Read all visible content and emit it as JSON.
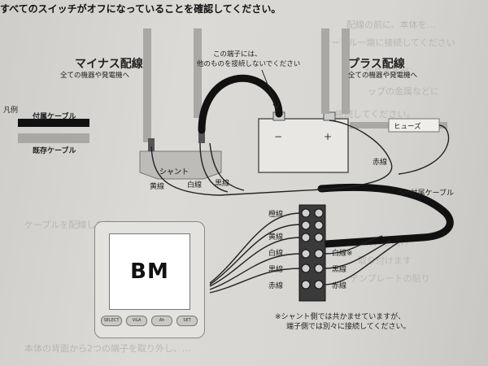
{
  "header": {
    "top_text": "すべてのスイッチがオフになっていることを確認してください。"
  },
  "labels": {
    "minus_title": "マイナス配線",
    "minus_sub": "全ての機器や発電機へ",
    "plus_title": "プラス配線",
    "plus_sub": "全ての機器や発電機へ",
    "terminal_note_1": "この端子には、",
    "terminal_note_2": "他のものを接続しないでください",
    "legend_title": "凡例",
    "legend_supplied": "付属ケーブル",
    "legend_existing": "既存ケーブル",
    "shunt": "シャント",
    "fuse": "ヒューズ",
    "wire_yellow": "黄線",
    "wire_white": "白線",
    "wire_black": "黒線",
    "wire_red": "赤線",
    "cable_5m": "5m付属ケーブル",
    "monitor_logo": "BM",
    "bottom_note_1": "※シャント側では共かませていますが、",
    "bottom_note_2": "端子側では別々に接続してください。"
  },
  "terminal_left": [
    "橙線",
    "黄線",
    "白線",
    "黒線",
    "赤線"
  ],
  "terminal_right": [
    "白線※",
    "黒線",
    "赤線"
  ],
  "monitor_buttons": [
    "SELECT",
    "V&A",
    "Ah",
    "SET"
  ]
}
